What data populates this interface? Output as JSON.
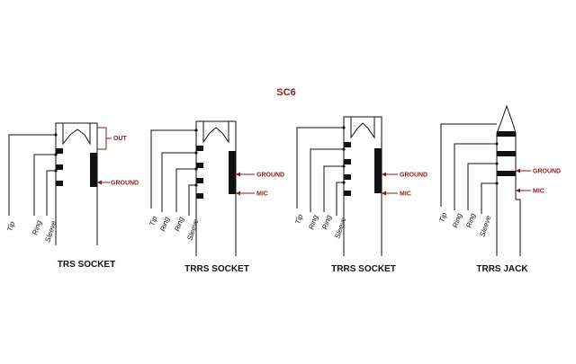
{
  "diagram": {
    "title": "SC6",
    "labels": {
      "out": "OUT",
      "ground": "GROUND",
      "mic": "MIC",
      "tip": "Tip",
      "ring": "Ring",
      "sleeve": "Sleeve"
    },
    "captions": {
      "trs_socket": "TRS SOCKET",
      "trrs_socket_1": "TRRS SOCKET",
      "trrs_socket_2": "TRRS SOCKET",
      "trrs_jack": "TRRS JACK"
    },
    "colors": {
      "label_red": "#8b1a1a",
      "line": "#111111",
      "background": "#ffffff"
    }
  }
}
